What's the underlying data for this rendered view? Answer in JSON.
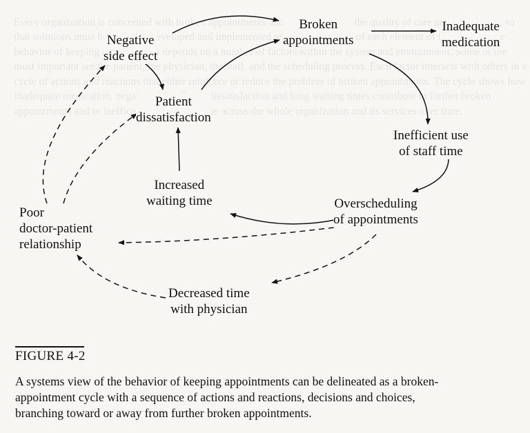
{
  "colors": {
    "ink": "#111111",
    "paper": "#f7f6f3"
  },
  "nodes": {
    "broken": [
      "Broken",
      "appointments"
    ],
    "inadequate": [
      "Inadequate",
      "medication"
    ],
    "negative": [
      "Negative",
      "side effect"
    ],
    "dissatisfaction": [
      "Patient",
      "dissatisfaction"
    ],
    "inefficient": [
      "Inefficient use",
      "of staff time"
    ],
    "overscheduling": [
      "Overscheduling",
      "of appointments"
    ],
    "waiting": [
      "Increased",
      "waiting time"
    ],
    "poor": [
      "Poor",
      "doctor-patient",
      "relationship"
    ],
    "decreased": [
      "Decreased time",
      "with physician"
    ]
  },
  "figure": {
    "label": "FIGURE 4-2",
    "caption_lines": [
      "A systems view of the behavior of keeping appointments can be delineated as a broken-",
      "appointment cycle with a sequence of actions and reactions, decisions and choices,",
      "branching toward or away from further broken appointments."
    ]
  }
}
